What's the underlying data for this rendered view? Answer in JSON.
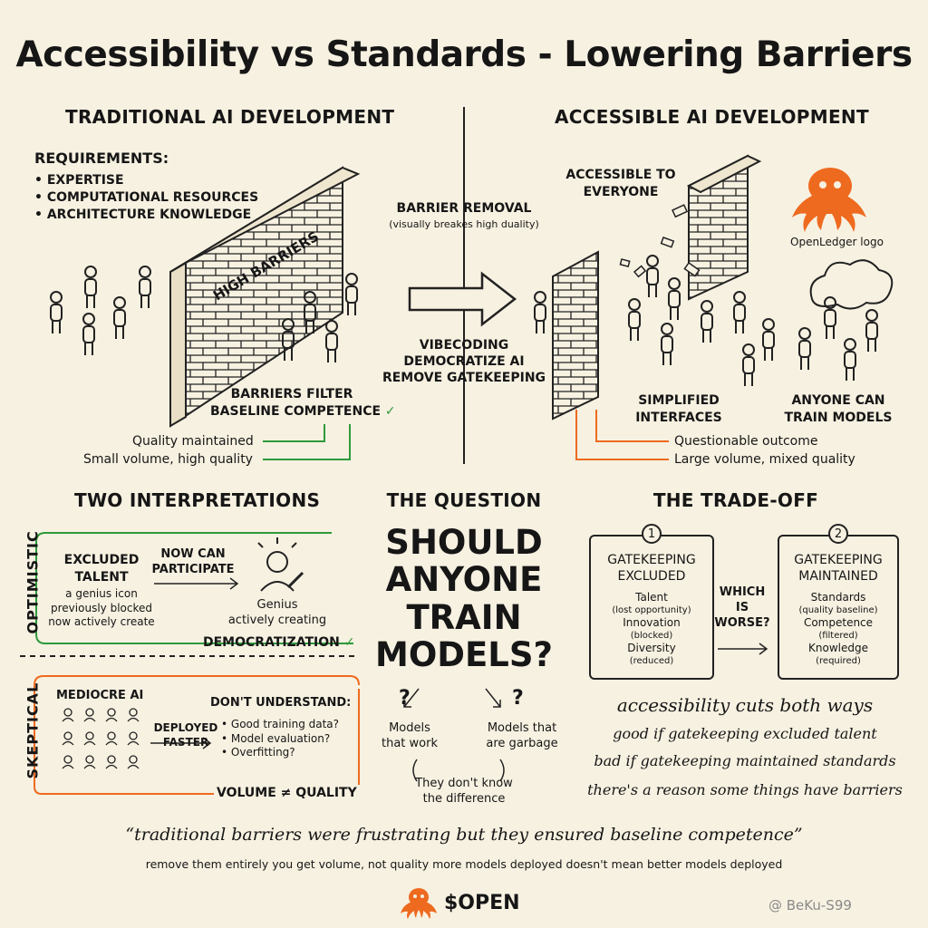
{
  "title": "Accessibility vs Standards - Lowering Barriers",
  "traditional": {
    "heading": "TRADITIONAL AI DEVELOPMENT",
    "requirements_label": "REQUIREMENTS:",
    "requirements": [
      "EXPERTISE",
      "COMPUTATIONAL RESOURCES",
      "ARCHITECTURE KNOWLEDGE"
    ],
    "wall_label": "HIGH BARRIERS",
    "filter_line1": "BARRIERS FILTER",
    "filter_line2": "BASELINE COMPETENCE",
    "check": "✓",
    "quality": "Quality maintained",
    "volume": "Small volume, high quality"
  },
  "middle": {
    "removal_title": "BARRIER REMOVAL",
    "removal_sub": "(visually breakes high duality)",
    "vibe1": "VIBECODING",
    "vibe2": "DEMOCRATIZE AI",
    "vibe3": "REMOVE GATEKEEPING"
  },
  "accessible": {
    "heading": "ACCESSIBLE AI DEVELOPMENT",
    "everyone1": "ACCESSIBLE TO",
    "everyone2": "EVERYONE",
    "logo_label": "OpenLedger logo",
    "simplified1": "SIMPLIFIED",
    "simplified2": "INTERFACES",
    "anyone1": "ANYONE CAN",
    "anyone2": "TRAIN MODELS",
    "outcome": "Questionable outcome",
    "volume": "Large volume, mixed quality"
  },
  "interpretations": {
    "heading": "TWO INTERPRETATIONS",
    "optimistic": "OPTIMISTIC",
    "skeptical": "SKEPTICAL",
    "excluded1": "EXCLUDED",
    "excluded2": "TALENT",
    "genius_note1": "a genius icon",
    "genius_note2": "previously blocked",
    "genius_note3": "now actively create",
    "now_can1": "NOW CAN",
    "now_can2": "PARTICIPATE",
    "genius1": "Genius",
    "genius2": "actively creating",
    "democratization": "DEMOCRATIZATION",
    "mediocre": "MEDIOCRE AI",
    "deployed1": "DEPLOYED",
    "deployed2": "FASTER",
    "dont_understand": "DON'T UNDERSTAND:",
    "questions": [
      "Good training data?",
      "Model evaluation?",
      "Overfitting?"
    ],
    "volume_quality": "VOLUME ≠ QUALITY"
  },
  "question": {
    "heading": "THE QUESTION",
    "big": [
      "SHOULD",
      "ANYONE",
      "TRAIN",
      "MODELS?"
    ],
    "qmark": "?",
    "work1": "Models",
    "work2": "that work",
    "garbage1": "Models that",
    "garbage2": "are garbage",
    "know1": "They don't know",
    "know2": "the difference"
  },
  "tradeoff": {
    "heading": "THE TRADE-OFF",
    "n1": "1",
    "n2": "2",
    "left_title1": "GATEKEEPING",
    "left_title2": "EXCLUDED",
    "left_items": [
      {
        "name": "Talent",
        "note": "(lost opportunity)"
      },
      {
        "name": "Innovation",
        "note": "(blocked)"
      },
      {
        "name": "Diversity",
        "note": "(reduced)"
      }
    ],
    "which1": "WHICH",
    "which2": "IS",
    "which3": "WORSE?",
    "right_title1": "GATEKEEPING",
    "right_title2": "MAINTAINED",
    "right_items": [
      {
        "name": "Standards",
        "note": "(quality baseline)"
      },
      {
        "name": "Competence",
        "note": "(filtered)"
      },
      {
        "name": "Knowledge",
        "note": "(required)"
      }
    ],
    "hand1": "accessibility cuts both ways",
    "hand2": "good if gatekeeping excluded talent",
    "hand3": "bad if gatekeeping maintained standards",
    "hand4": "there's a reason some things have barriers"
  },
  "footer": {
    "quote": "“traditional barriers were frustrating but they ensured baseline competence”",
    "sub": "remove them entirely you get volume, not quality more models deployed doesn't mean better models deployed",
    "brand": "$OPEN",
    "watermark": "@ BeKu-S99"
  },
  "colors": {
    "accent": "#ee6a1f",
    "check": "#2e9a3c",
    "ink": "#161616",
    "paper": "#f7f1e1"
  }
}
